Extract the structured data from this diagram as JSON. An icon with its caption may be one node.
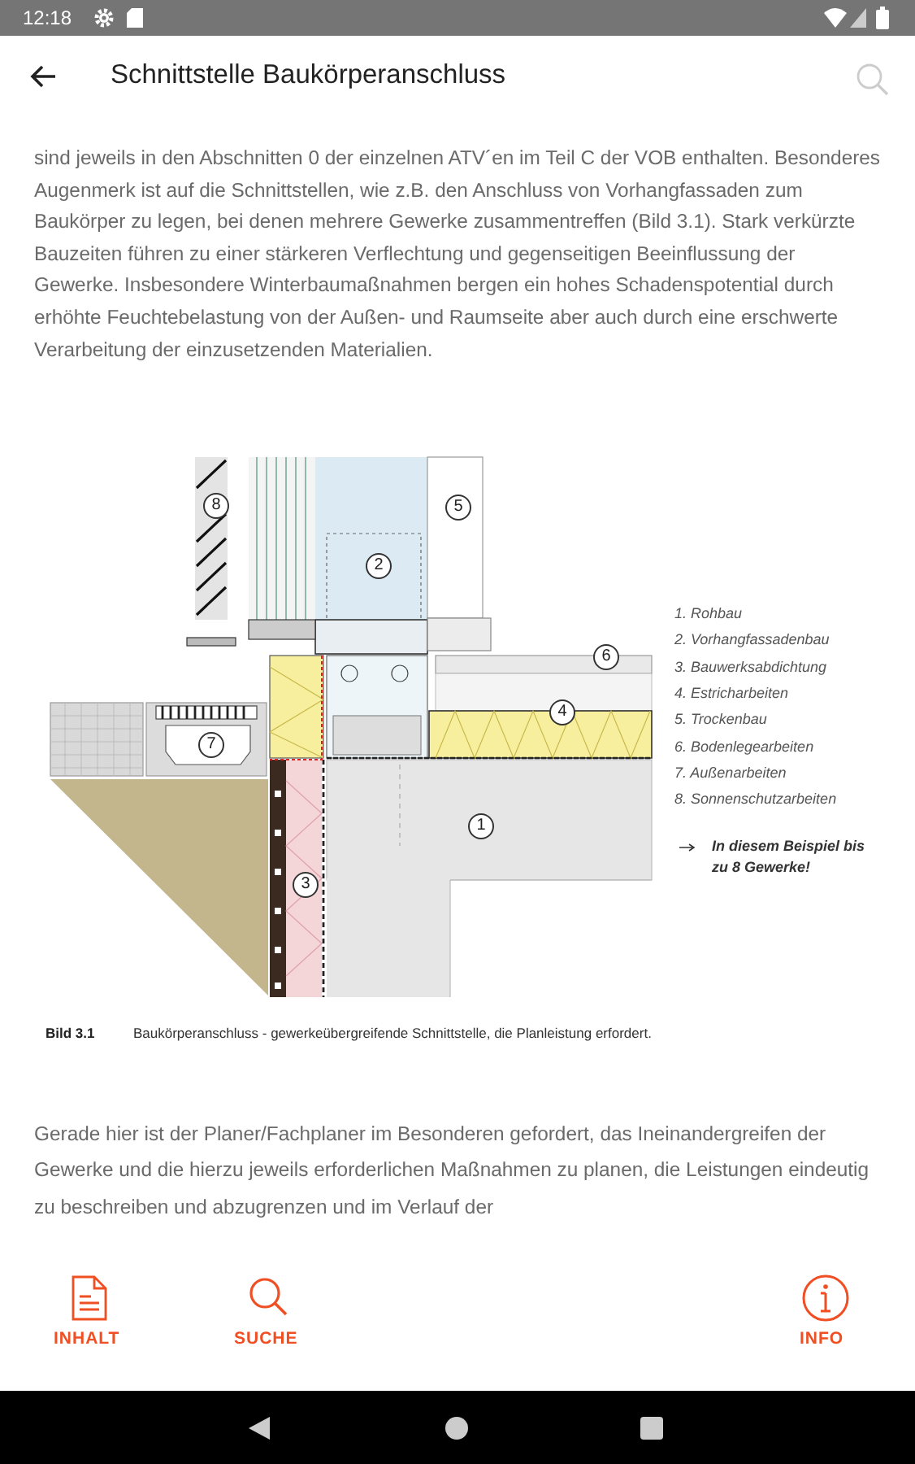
{
  "diagram": {
    "title": "Schnittstelle Baukörperanschluss",
    "labels": [
      "12:18",
      "sind jeweils in den Abschnitten 0 der einzelnen ATV´en im Teil C der VOB enthalten. Besonderes Augenmerk ist auf die Schnittstellen, wie z.B. den Anschluss von Vorhangfassaden zum Baukörper zu legen, bei denen mehrere Gewerke zusammentreffen (Bild 3.1). Stark verkürzte Bauzeiten führen zu einer stärkeren Verflechtung und gegenseitigen Beeinflussung der Gewerke. Insbesondere Winterbaumaßnahmen bergen ein hohes Schadenspotential durch erhöhte Feuchtebelastung von der Außen- und Raumseite aber auch durch eine erschwerte Verarbeitung der einzusetzenden Materialien.",
      "8",
      "5",
      "2",
      "6",
      "4",
      "7",
      "1",
      "3",
      "1. Rohbau",
      "2. Vorhangfassadenbau",
      "3. Bauwerksabdichtung",
      "4. Estricharbeiten",
      "5. Trockenbau",
      "6. Bodenlegearbeiten",
      "7. Außenarbeiten",
      "8. Sonnenschutzarbeiten",
      "In diesem Beispiel bis zu 8 Gewerke!",
      "Bild 3.1",
      "Baukörperanschluss - gewerkeübergreifende Schnittstelle, die Planleistung erfordert.",
      "Gerade hier ist der Planer/Fachplaner im Besonderen gefordert, das Ineinandergreifen der Gewerke und die hierzu jeweils erforderlichen Maßnahmen zu planen, die Leistungen eindeutig zu beschreiben und abzugrenzen und im Verlauf der",
      "INHALT",
      "SUCHE",
      "INFO"
    ]
  }
}
